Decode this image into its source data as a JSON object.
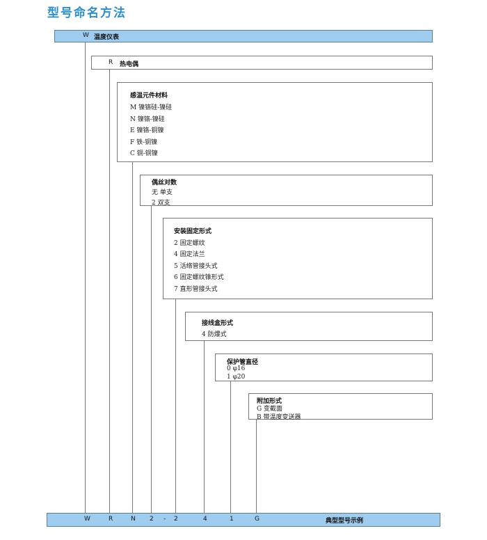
{
  "title": "型号命名方法",
  "top_bar": {
    "code": "W",
    "label": "温度仪表"
  },
  "rtd_box": {
    "code": "R",
    "label": "热电偶"
  },
  "material": {
    "heading": "感温元件材料",
    "items": [
      "M 镍铬硅-镍硅",
      "N 镍铬-镍硅",
      "E 镍铬-铜镍",
      "F 铁-铜镍",
      "C 铜-铜镍"
    ]
  },
  "pairs": {
    "heading": "偶丝对数",
    "items": [
      "无 单支",
      "2 双支"
    ]
  },
  "mounting": {
    "heading": "安装固定形式",
    "items": [
      "2 固定螺纹",
      "4 固定法兰",
      "5 活络管接头式",
      "6 固定螺纹锥形式",
      "7 直形管接头式"
    ]
  },
  "junction": {
    "heading": "接线盒形式",
    "items": [
      "4 防爆式"
    ]
  },
  "tube": {
    "heading": "保护管直径",
    "items": [
      "0 φ16",
      "1 φ20"
    ]
  },
  "extra": {
    "heading": "附加形式",
    "items": [
      "G 变截面",
      "B 带温度变送器"
    ]
  },
  "example": {
    "codes": [
      "W",
      "R",
      "N",
      "2",
      "-",
      "2",
      "4",
      "1",
      "G"
    ],
    "label": "典型型号示例"
  }
}
